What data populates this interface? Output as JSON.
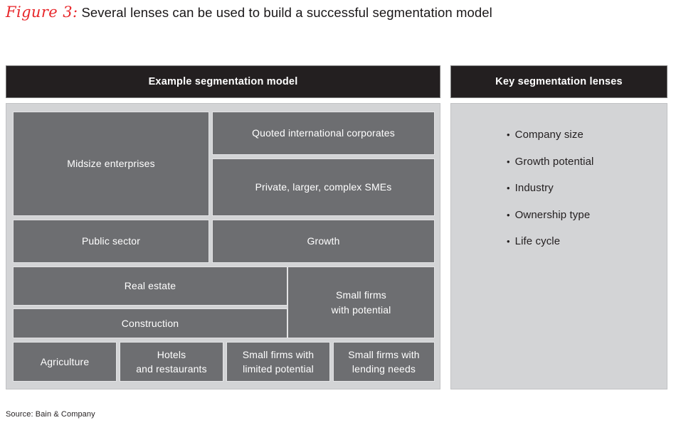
{
  "figure": {
    "label": "Figure 3:",
    "title": "Several lenses can be used to build a successful segmentation model",
    "label_color": "#e8262a"
  },
  "colors": {
    "header_bg": "#231f20",
    "panel_bg": "#d3d4d6",
    "box_bg": "#6d6e71",
    "box_border": "#e3e3e5",
    "text_on_box": "#ffffff",
    "body_text": "#231f20"
  },
  "left_panel": {
    "header": "Example segmentation model",
    "segments": [
      {
        "id": "midsize-enterprises",
        "label": "Midsize enterprises"
      },
      {
        "id": "quoted-international-corporates",
        "label": "Quoted international corporates"
      },
      {
        "id": "private-larger-complex-smes",
        "label": "Private, larger, complex SMEs"
      },
      {
        "id": "public-sector",
        "label": "Public sector"
      },
      {
        "id": "growth",
        "label": "Growth"
      },
      {
        "id": "real-estate",
        "label": "Real estate"
      },
      {
        "id": "construction",
        "label": "Construction"
      },
      {
        "id": "small-firms-with-potential",
        "label": "Small firms\nwith potential"
      },
      {
        "id": "agriculture",
        "label": "Agriculture"
      },
      {
        "id": "hotels-and-restaurants",
        "label": "Hotels\nand restaurants"
      },
      {
        "id": "small-firms-limited-potential",
        "label": "Small firms with\nlimited potential"
      },
      {
        "id": "small-firms-lending-needs",
        "label": "Small firms with\nlending  needs"
      }
    ]
  },
  "right_panel": {
    "header": "Key segmentation lenses",
    "bullet_glyph": "•",
    "lenses": [
      {
        "label": "Company size"
      },
      {
        "label": "Growth potential"
      },
      {
        "label": "Industry"
      },
      {
        "label": "Ownership type"
      },
      {
        "label": "Life cycle"
      }
    ]
  },
  "source": "Source: Bain & Company"
}
